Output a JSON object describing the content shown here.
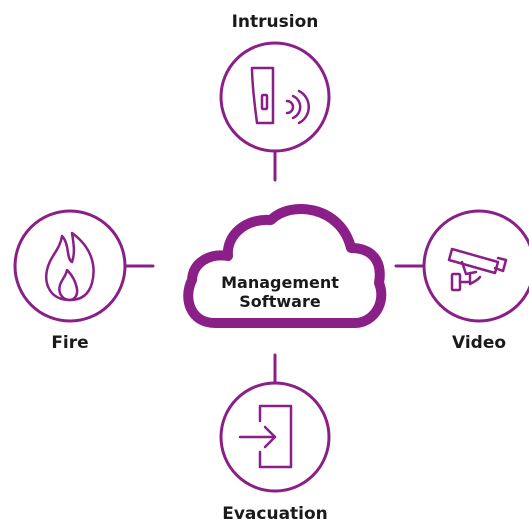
{
  "center": {
    "line1": "Management",
    "line2": "Software"
  },
  "nodes": {
    "intrusion": {
      "label": "Intrusion",
      "icon": "intrusion-sensor-icon"
    },
    "fire": {
      "label": "Fire",
      "icon": "flame-icon"
    },
    "video": {
      "label": "Video",
      "icon": "security-camera-icon"
    },
    "evacuation": {
      "label": "Evacuation",
      "icon": "exit-door-icon"
    }
  },
  "colors": {
    "accent": "#8a1f87",
    "text": "#1a1a1a",
    "background": "#ffffff"
  }
}
